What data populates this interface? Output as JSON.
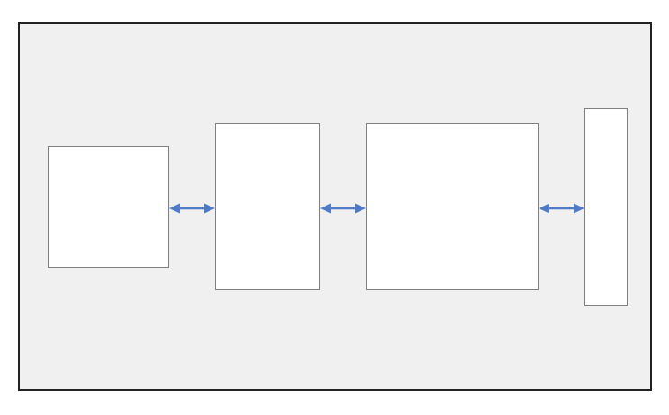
{
  "diagram": {
    "colors": {
      "frame_border": "#222222",
      "canvas_background": "#f0f0f0",
      "box_fill": "#ffffff",
      "box_border": "#808080",
      "connector": "#4f7ac7"
    },
    "blocks": [
      {
        "id": "block-1",
        "label": ""
      },
      {
        "id": "block-2",
        "label": ""
      },
      {
        "id": "block-3",
        "label": ""
      },
      {
        "id": "block-4",
        "label": ""
      }
    ],
    "connectors": [
      {
        "from": "block-1",
        "to": "block-2",
        "type": "bidirectional"
      },
      {
        "from": "block-2",
        "to": "block-3",
        "type": "bidirectional"
      },
      {
        "from": "block-3",
        "to": "block-4",
        "type": "bidirectional"
      }
    ]
  }
}
